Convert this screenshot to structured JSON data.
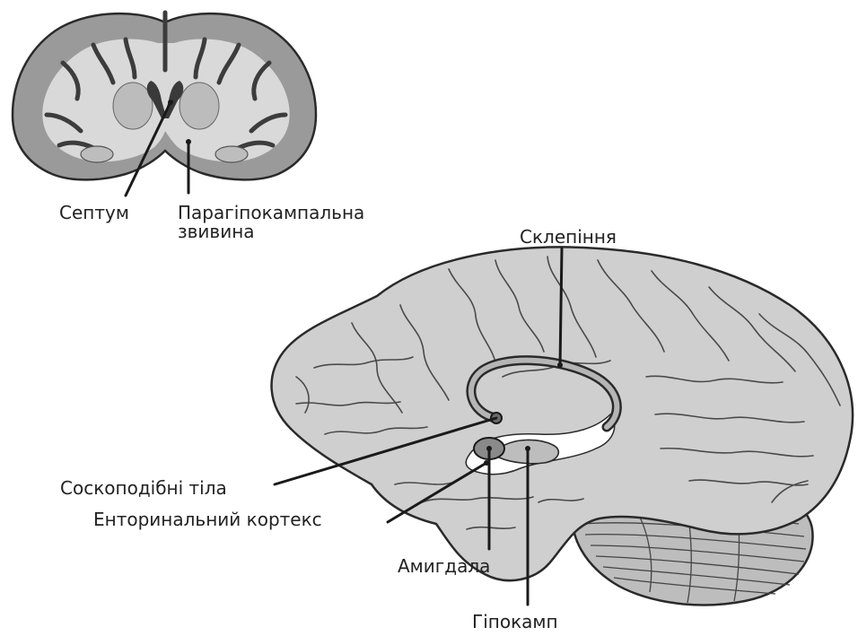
{
  "labels": {
    "septum": "Септум",
    "parahippocampal_line1": "Парагіпокампальна",
    "parahippocampal_line2": "звивина",
    "fornix": "Склепіння",
    "mammillary_bodies": "Соскоподібні тіла",
    "entorhinal_cortex": "Енторинальний кортекс",
    "amygdala": "Амигдала",
    "hippocampus": "Гіпокамп"
  },
  "colors": {
    "background": "#ffffff",
    "cortex_light": "#cfcfcf",
    "cortex_grey_matter": "#9a9a9a",
    "white_matter": "#d9d9d9",
    "ventricle": "#3a3a3a",
    "fornix_outline": "#2a2a2a",
    "fornix_fill": "#b5b5b5",
    "amygdala_fill": "#8a8a8a",
    "hippocampus_fill": "#bdbdbd",
    "leader_line": "#1a1a1a",
    "text": "#222222"
  },
  "icons": {
    "coronal_section": "coronal-brain-slice-illustration",
    "lateral_brain": "sagittal-brain-illustration"
  }
}
